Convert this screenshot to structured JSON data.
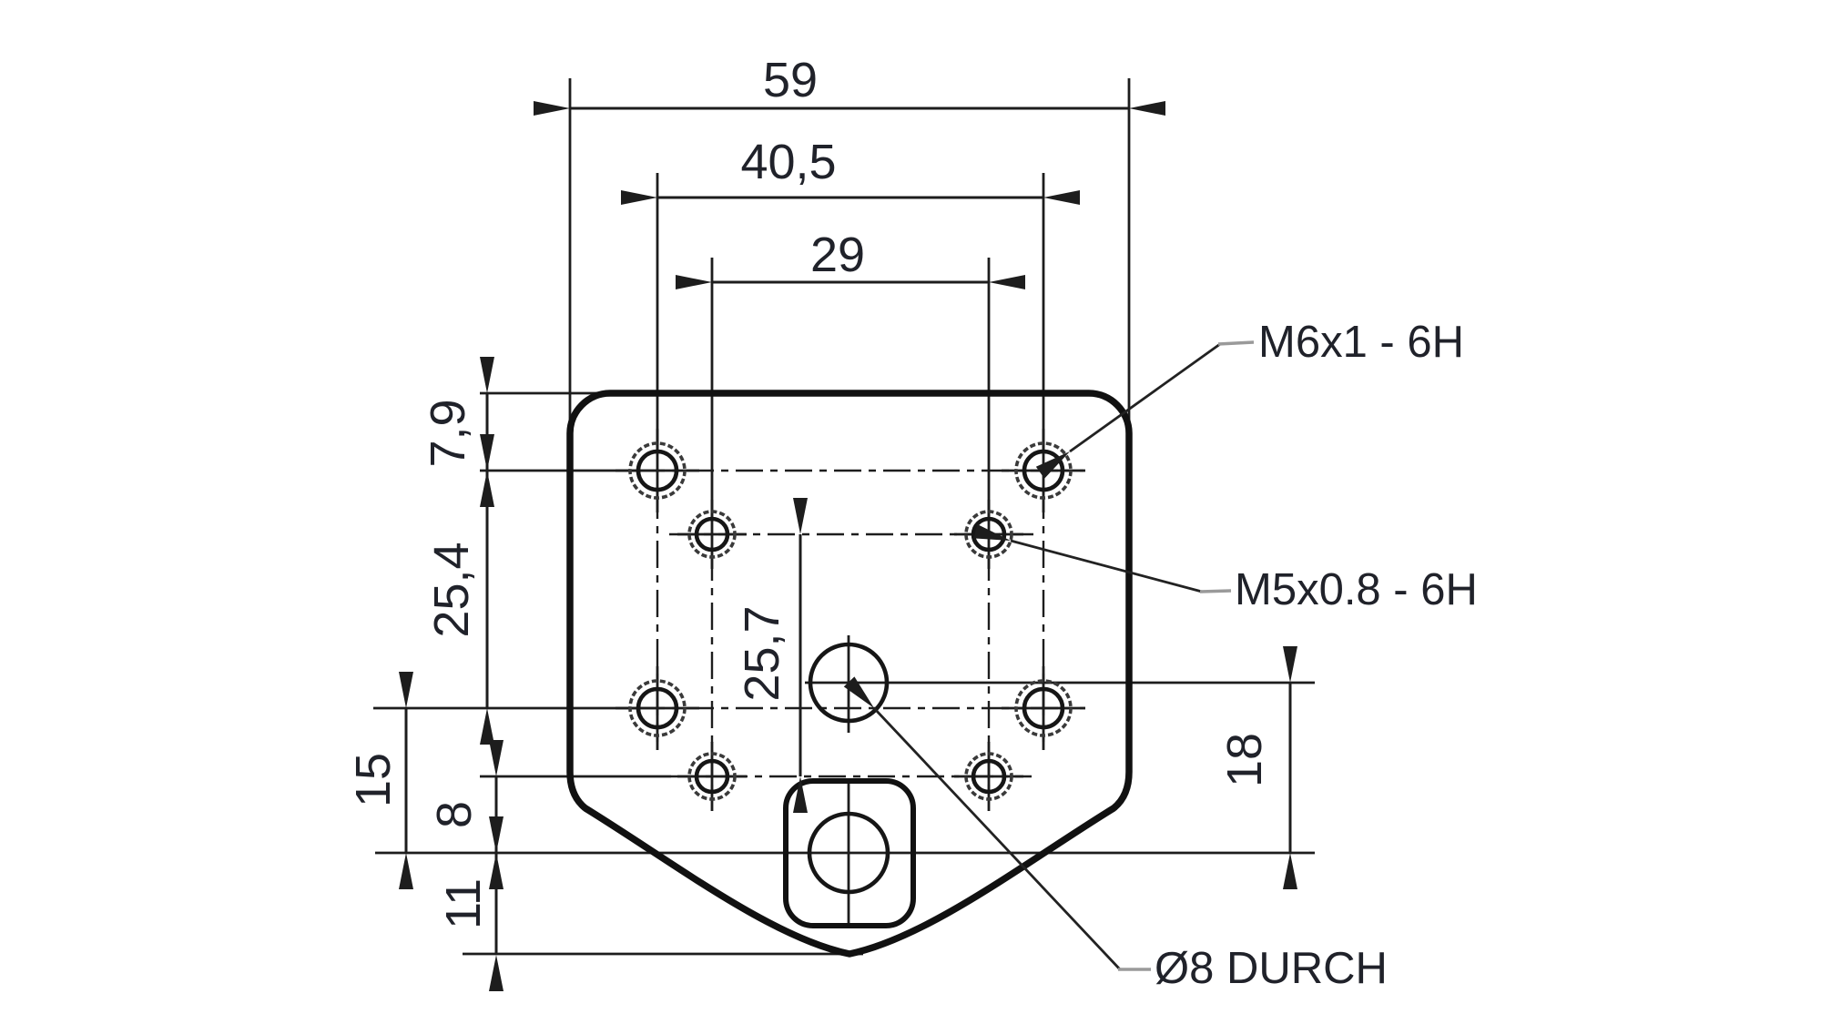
{
  "drawing": {
    "background": "#ffffff",
    "line_color": "#1d1d1d",
    "text_color": "#20222a",
    "leader_tail_color": "#9a9a9a"
  },
  "dimensions": {
    "overall_width": "59",
    "m6_hole_span_horizontal": "40,5",
    "m5_hole_span_horizontal": "29",
    "top_edge_to_m6_row": "7,9",
    "m6_row_spacing": "25,4",
    "m6_row_to_tab_center": "15",
    "m5_row_to_tab_center": "8",
    "tab_center_to_bottom_tip": "11",
    "m5_row_spacing": "25,7",
    "center_hole_to_tab_center": "18"
  },
  "callouts": {
    "m6_thread": "M6x1 - 6H",
    "m5_thread": "M5x0.8 - 6H",
    "through_hole": "Ø8 DURCH"
  }
}
